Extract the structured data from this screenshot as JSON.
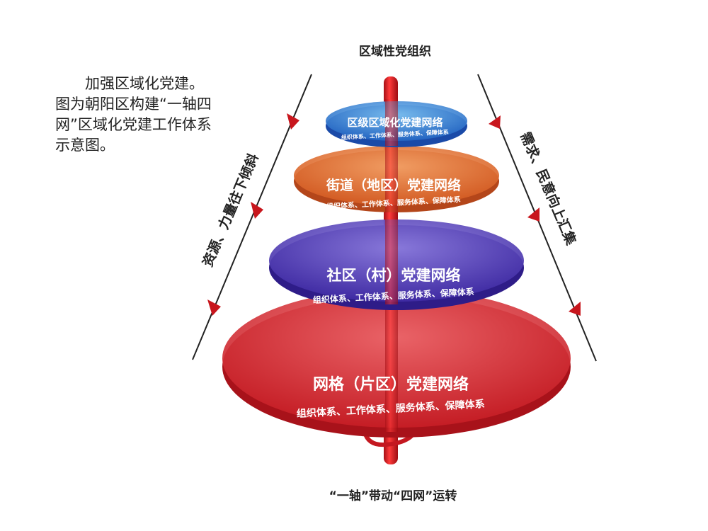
{
  "caption": "加强区域化党建。图为朝阳区构建“一轴四网”区域化党建工作体系示意图。",
  "top_label": "区域性党组织",
  "bottom_label": "“一轴”带动“四网”运转",
  "left_flow": "资源、力量往下倾斜",
  "right_flow": "需求、民意向上汇集",
  "tiers": [
    {
      "title": "区级区域化党建网络",
      "subtitle": "组织体系、工作体系、服务体系、保障体系",
      "color": "#2f86d8"
    },
    {
      "title": "街道（地区）党建网络",
      "subtitle": "组织体系、工作体系、服务体系、保障体系",
      "color": "#e0722c"
    },
    {
      "title": "社区（村）党建网络",
      "subtitle": "组织体系、工作体系、服务体系、保障体系",
      "color": "#5a3fb8"
    },
    {
      "title": "网格（片区）党建网络",
      "subtitle": "组织体系、工作体系、服务体系、保障体系",
      "color": "#d8262e"
    }
  ],
  "colors": {
    "axis": "#d91f26",
    "arrow": "#c8161d",
    "line": "#222222"
  }
}
